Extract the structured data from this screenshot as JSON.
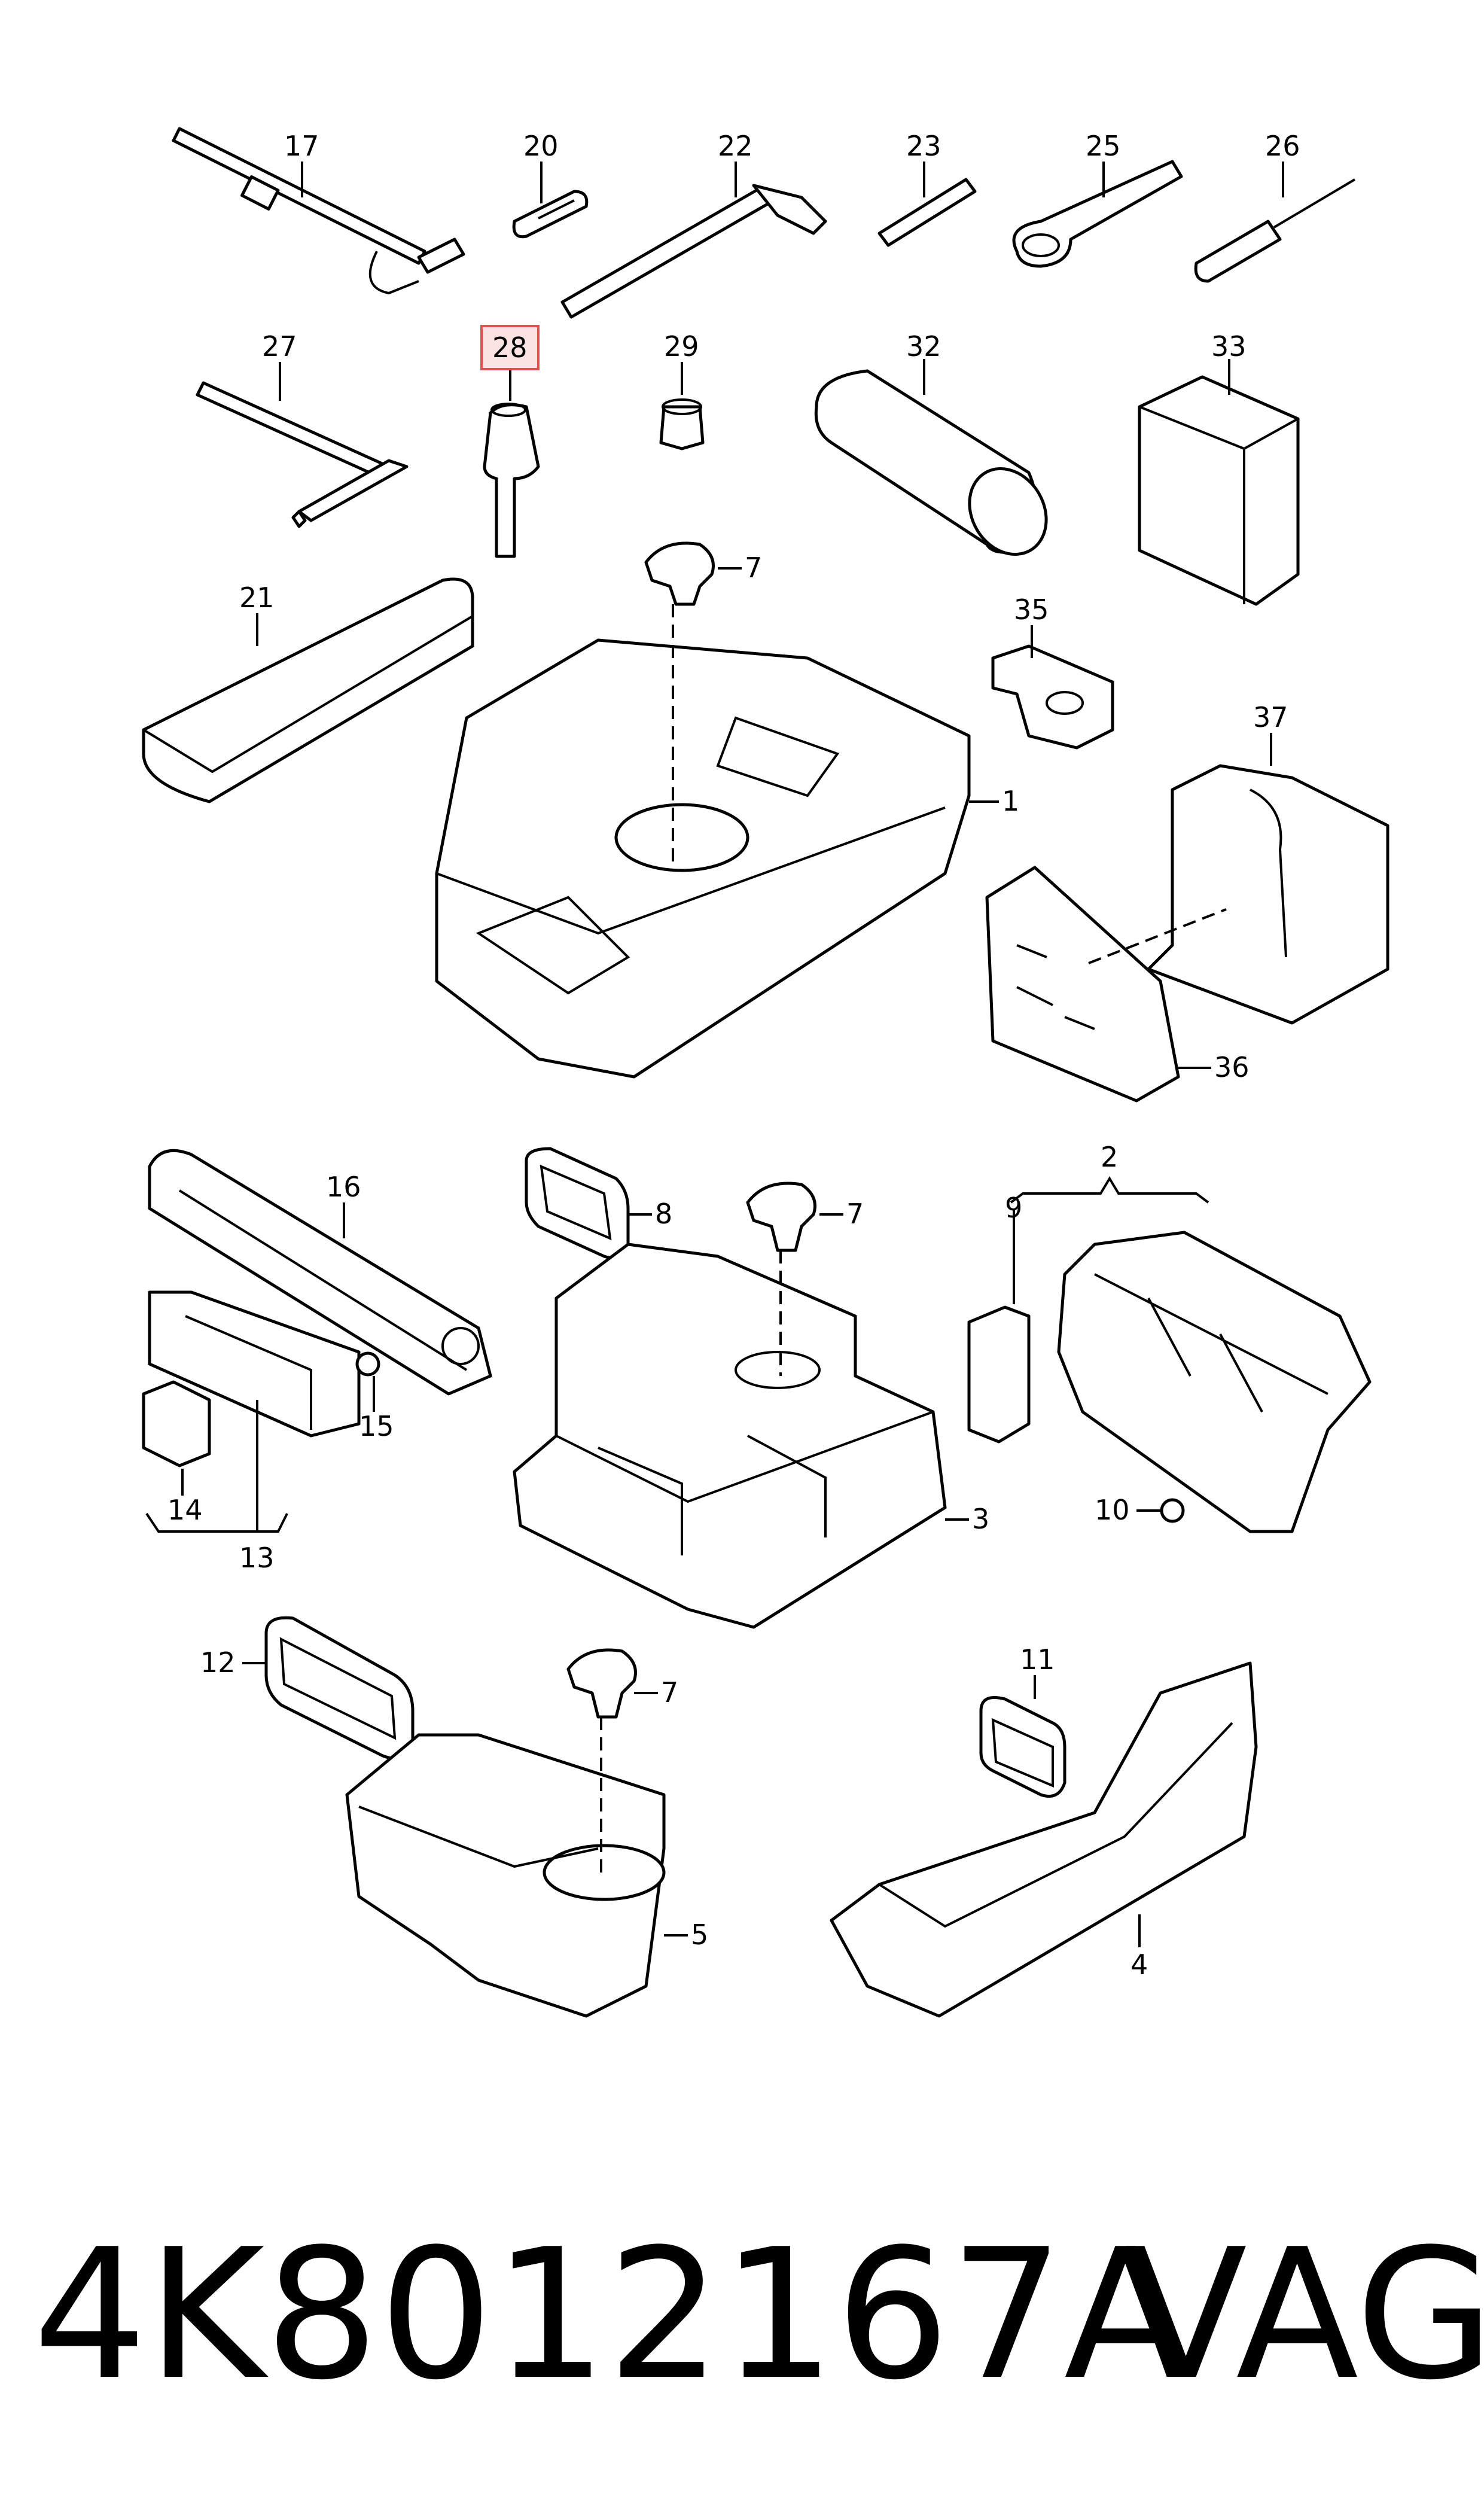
{
  "callouts": [
    {
      "id": "17",
      "label": "17"
    },
    {
      "id": "20",
      "label": "20"
    },
    {
      "id": "22",
      "label": "22"
    },
    {
      "id": "23",
      "label": "23"
    },
    {
      "id": "25",
      "label": "25"
    },
    {
      "id": "26",
      "label": "26"
    },
    {
      "id": "27",
      "label": "27"
    },
    {
      "id": "28",
      "label": "28",
      "highlighted": true
    },
    {
      "id": "29",
      "label": "29"
    },
    {
      "id": "32",
      "label": "32"
    },
    {
      "id": "33",
      "label": "33"
    },
    {
      "id": "21",
      "label": "21"
    },
    {
      "id": "7a",
      "label": "7"
    },
    {
      "id": "35",
      "label": "35"
    },
    {
      "id": "37",
      "label": "37"
    },
    {
      "id": "1",
      "label": "1"
    },
    {
      "id": "36",
      "label": "36"
    },
    {
      "id": "16",
      "label": "16"
    },
    {
      "id": "8",
      "label": "8"
    },
    {
      "id": "7b",
      "label": "7"
    },
    {
      "id": "2",
      "label": "2"
    },
    {
      "id": "9",
      "label": "9"
    },
    {
      "id": "15",
      "label": "15"
    },
    {
      "id": "14",
      "label": "14"
    },
    {
      "id": "13",
      "label": "13"
    },
    {
      "id": "3",
      "label": "3"
    },
    {
      "id": "10",
      "label": "10"
    },
    {
      "id": "12",
      "label": "12"
    },
    {
      "id": "7c",
      "label": "7"
    },
    {
      "id": "11",
      "label": "11"
    },
    {
      "id": "5",
      "label": "5"
    },
    {
      "id": "4",
      "label": "4"
    }
  ],
  "highlight_color": "#d9534f",
  "footer": {
    "part_number": "4K8012167A",
    "brand": "VAG"
  }
}
